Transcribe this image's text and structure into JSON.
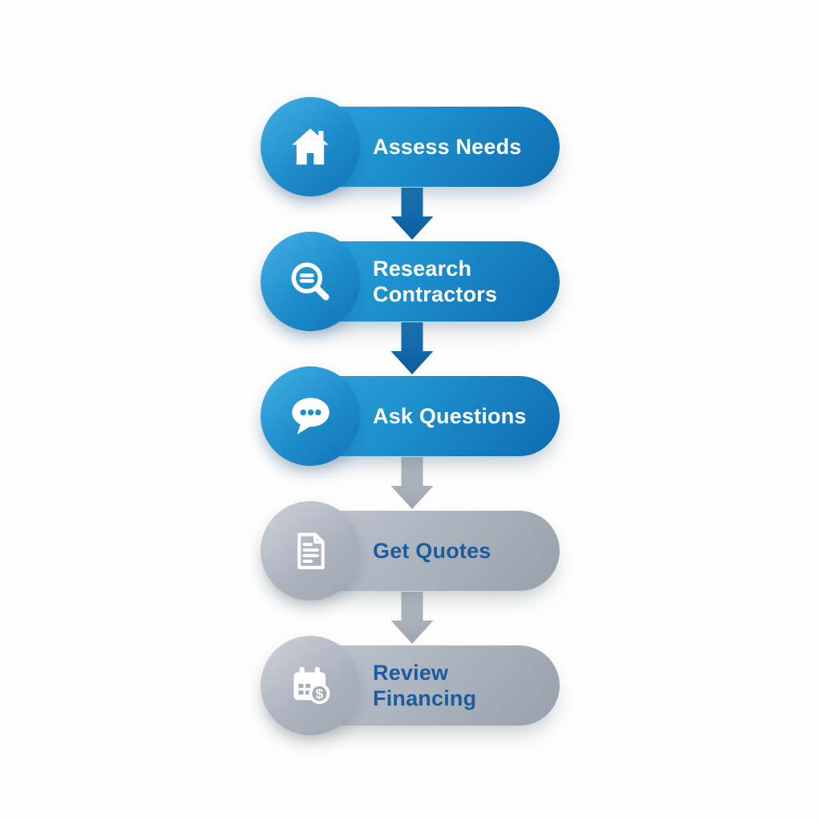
{
  "steps": [
    {
      "label": "Assess Needs",
      "icon": "home-icon",
      "theme": "blue",
      "text_color": "#ffffff"
    },
    {
      "label": "Research Contractors",
      "icon": "search-icon",
      "theme": "blue",
      "text_color": "#ffffff"
    },
    {
      "label": "Ask Questions",
      "icon": "chat-bubble-icon",
      "theme": "blue",
      "text_color": "#ffffff"
    },
    {
      "label": "Get Quotes",
      "icon": "document-icon",
      "theme": "gray",
      "text_color": "#1b5b9f"
    },
    {
      "label": "Review Financing",
      "icon": "calendar-dollar-icon",
      "theme": "gray",
      "text_color": "#1b5b9f"
    }
  ],
  "connectors": [
    {
      "position": "after-step-1",
      "color": "blue"
    },
    {
      "position": "after-step-2",
      "color": "blue"
    },
    {
      "position": "after-step-3",
      "color": "gray"
    },
    {
      "position": "after-step-4",
      "color": "gray"
    }
  ],
  "colors": {
    "background": "#fdfdfd",
    "blue_pill_light": "#35a9e1",
    "blue_pill_dark": "#0e6cb2",
    "gray_pill_light": "#c6ccd4",
    "gray_pill_dark": "#98a0ab",
    "arrow_blue": "#0f66a8",
    "arrow_gray": "#a9b0b9",
    "gray_step_text": "#1b5b9f",
    "blue_step_text": "#ffffff"
  }
}
